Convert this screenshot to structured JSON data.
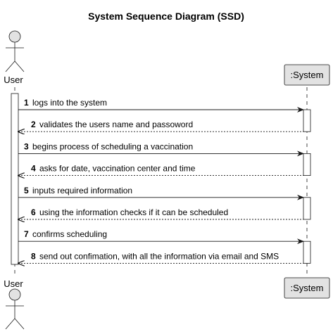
{
  "diagram": {
    "title": "System Sequence Diagram (SSD)",
    "actor": {
      "label": "User"
    },
    "participant": {
      "label": ":System"
    },
    "messages": [
      {
        "number": "1",
        "text": "logs into the system",
        "direction": "request"
      },
      {
        "number": "2",
        "text": "validates the users name and passoword",
        "direction": "reply"
      },
      {
        "number": "3",
        "text": "begins process of scheduling a vaccination",
        "direction": "request"
      },
      {
        "number": "4",
        "text": "asks for date, vaccination center and time",
        "direction": "reply"
      },
      {
        "number": "5",
        "text": "inputs required information",
        "direction": "request"
      },
      {
        "number": "6",
        "text": "using the information checks if it can be scheduled",
        "direction": "reply"
      },
      {
        "number": "7",
        "text": "confirms scheduling",
        "direction": "request"
      },
      {
        "number": "8",
        "text": "send out confimation, with all the information via email and SMS",
        "direction": "reply"
      }
    ]
  }
}
